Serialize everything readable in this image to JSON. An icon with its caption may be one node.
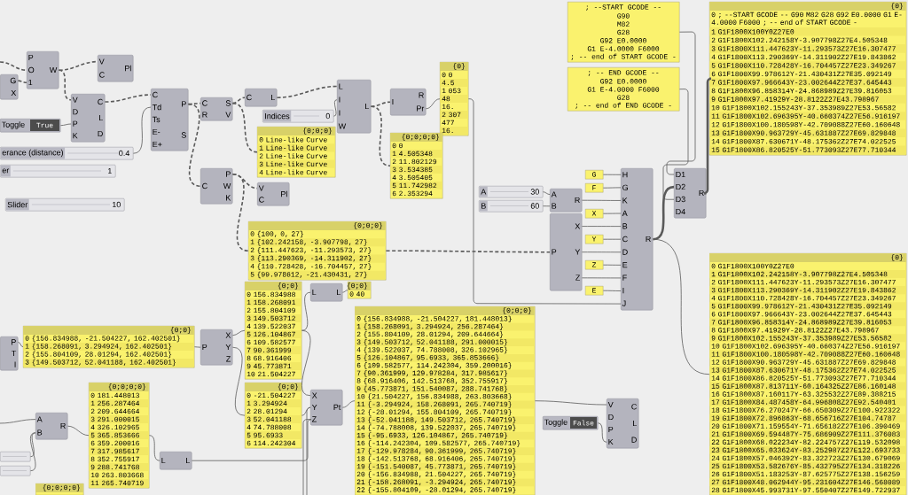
{
  "diagram": {
    "nodes": [
      {
        "text": [
          "G",
          "X"
        ]
      },
      {
        "text": [
          "P",
          "O",
          "1",
          "W"
        ]
      },
      {
        "text": [
          "V",
          "C",
          "Pl"
        ]
      },
      {
        "text": [
          "V",
          "D",
          "P",
          "K",
          "C",
          "L",
          "D"
        ]
      },
      {
        "text": [
          "Toggle",
          "True"
        ]
      },
      {
        "text": [
          "erance (distance)",
          "0.4"
        ]
      },
      {
        "text": [
          "er",
          "1"
        ]
      },
      {
        "text": [
          "Slider",
          "10"
        ]
      },
      {
        "text": [
          "C",
          "Td",
          "Ts",
          "E-",
          "E+",
          "P",
          "S"
        ]
      },
      {
        "text": [
          "C",
          "P",
          "W",
          "K"
        ]
      },
      {
        "text": [
          "C",
          "R",
          "S",
          "V"
        ]
      },
      {
        "text": [
          "V",
          "C",
          "Pl"
        ]
      },
      {
        "text": [
          "{0;0;0}",
          "0 {100, 0, 27}",
          "1 {102.242158, -3.907798, 27}",
          "2 {111.447623, -11.293573, 27}",
          "3 {113.290369, -14.311902, 27}",
          "4 {110.728428, -16.704457, 27}",
          "5 {99.978612, -21.430431, 27}"
        ]
      },
      {
        "text": [
          "A",
          "30"
        ]
      },
      {
        "text": [
          "B",
          "60"
        ]
      },
      {
        "text": [
          "A",
          "B",
          "R"
        ]
      },
      {
        "text": [
          "P",
          "X",
          "Y",
          "Z"
        ]
      },
      {
        "text": [
          "C",
          "L"
        ]
      },
      {
        "text": [
          "Indices",
          "0"
        ]
      },
      {
        "text": [
          "L",
          "I",
          "I",
          "W",
          "L"
        ]
      },
      {
        "text": [
          "I",
          "R",
          "Pr"
        ]
      },
      {
        "text": [
          "{0}",
          "0 0",
          "4.5",
          "1 053",
          "48",
          "16.",
          "2 307",
          "477",
          "16."
        ]
      },
      {
        "text": [
          "{0;0;0}",
          "0 Line-like Curve",
          "1 Line-like Curve",
          "2 Line-like Curve",
          "3 Line-like Curve",
          "4 Line-like Curve"
        ]
      },
      {
        "text": [
          "{0;0;0;0}",
          "0 0",
          "1 4.505348",
          "2 11.802129",
          "3 3.534385",
          "4 3.505405",
          "5 11.742982",
          "6 2.353294"
        ]
      },
      {
        "text": [
          "G"
        ]
      },
      {
        "text": [
          "F"
        ]
      },
      {
        "text": [
          "X"
        ]
      },
      {
        "text": [
          "Y"
        ]
      },
      {
        "text": [
          "Z"
        ]
      },
      {
        "text": [
          "E"
        ]
      },
      {
        "text": [
          "H",
          "G",
          "K",
          "A",
          "B",
          "C",
          "D",
          "E",
          "F",
          "I",
          "J",
          "R"
        ]
      },
      {
        "text": [
          "; --START GCODE --",
          "G90",
          "M82",
          "G28",
          "G92 E0.0000",
          "G1 E-4.0000 F6000",
          "; -- end of START GCODE -"
        ]
      },
      {
        "text": [
          "; -- END GCODE --",
          "G92 E0.0000",
          "G1 E-4.0000 F6000",
          "G28",
          "; -- end of END GCODE -"
        ]
      },
      {
        "text": [
          "D1",
          "D2",
          "D3",
          "D4",
          "R"
        ]
      },
      {
        "text": [
          "{0}",
          "0 ; --START GCODE -- G90 M82 G28 G92 E0.0000 G1 E-4.0000 F6000 ; -- end of START GCODE -",
          "1 G1F1800X100Y0Z27E0",
          "2 G1F1800X102.242158Y-3.907798Z27E4.505348",
          "3 G1F1800X111.447623Y-11.293573Z27E16.307477",
          "4 G1F1800X113.290369Y-14.311902Z27E19.843862",
          "5 G1F1800X110.728428Y-16.704457Z27E23.349267",
          "6 G1F1800X99.978612Y-21.430431Z27E35.092149",
          "7 G1F1800X97.966643Y-23.002644Z27E37.645443",
          "8 G1F1800X96.858314Y-24.868989Z27E39.816053",
          "9 G1F1800X97.41929Y-28.8122Z27E43.798967",
          "10 G1F1800X102.155243Y-37.353989Z27E53.56582",
          "11 G1F1800X102.696395Y-40.660374Z27E56.916197",
          "12 G1F1800X100.180598Y-42.709088Z27E60.160648",
          "13 G1F1800X90.963729Y-45.631887Z27E69.829848",
          "14 G1F1800X87.630671Y-48.175362Z27E74.022525",
          "15 G1F1800X86.820525Y-51.773093Z27E77.710344"
        ]
      },
      {
        "text": [
          "{0}",
          "0 G1F1800X100Y0Z27E0",
          "1 G1F1800X102.242158Y-3.907798Z27E4.505348",
          "2 G1F1800X111.447623Y-11.293573Z27E16.307477",
          "3 G1F1800X113.290369Y-14.311902Z27E19.843862",
          "4 G1F1800X110.728428Y-16.704457Z27E23.349267",
          "5 G1F1800X99.978612Y-21.430431Z27E35.092149",
          "6 G1F1800X97.966643Y-23.002644Z27E37.645443",
          "7 G1F1800X96.858314Y-24.868989Z27E39.816053",
          "8 G1F1800X97.41929Y-28.8122Z27E43.798967",
          "9 G1F1800X102.155243Y-37.353989Z27E53.56582",
          "10 G1F1800X102.696395Y-40.660374Z27E56.916197",
          "11 G1F1800X100.180598Y-42.709088Z27E60.160648",
          "12 G1F1800X90.963729Y-45.631887Z27E69.829848",
          "13 G1F1800X87.630671Y-48.175362Z27E74.022525",
          "14 G1F1800X86.820525Y-51.773093Z27E77.710344",
          "15 G1F1800X87.813711Y-60.164325Z27E86.160148",
          "16 G1F1800X87.160117Y-63.325532Z27E89.388215",
          "17 G1F1800X84.487458Y-64.996808Z27E92.540401",
          "18 G1F1800X76.270247Y-66.650309Z27E100.922322",
          "19 G1F1800X72.896863Y-68.656716Z27E104.74787",
          "20 G1F1800X71.159554Y-71.656182Z27E106.390469",
          "21 G1F1800X69.594487Y-75.686909Z27E111.376083",
          "22 G1F1800X68.022234Y-82.224757Z27E119.532098",
          "23 G1F1800X65.033624Y-83.252987Z27E122.693733",
          "24 G1F1800X57.046392Y-83.322723Z27E130.679069",
          "25 G1F1800X53.582676Y-85.432795Z27E134.318226",
          "26 G1F1800X51.183253Y-87.625775Z27E138.156259",
          "27 G1F1800X48.062944Y-95.231604Z27E146.568089",
          "28 G1F1800X45.993731Y-97.550407Z27E149.722937"
        ]
      },
      {
        "text": [
          "P",
          "T",
          "I"
        ]
      },
      {
        "text": [
          "{0;0}",
          "0 {156.834988, -21.504227, 162.402501}",
          "1 {158.268091, 3.294924, 162.402501}",
          "2 {155.804109, 28.01294, 162.402501}",
          "3 {149.503712, 52.041188, 162.402501}"
        ]
      },
      {
        "text": [
          "P",
          "X",
          "Y",
          "Z"
        ]
      },
      {
        "text": [
          "{0;0}",
          "0 156.834988",
          "1 158.268091",
          "2 155.804109",
          "3 149.503712",
          "4 139.522037",
          "5 126.104867",
          "6 109.582577",
          "7 90.361999",
          "8 68.916406",
          "9 45.773871",
          "10 21.504227"
        ]
      },
      {
        "text": [
          "{0;0}",
          "0 -21.504227",
          "1 3.294924",
          "2 28.01294",
          "3 52.041188",
          "4 74.788008",
          "5 95.6933",
          "6 114.242304"
        ]
      },
      {
        "text": [
          "L",
          "L"
        ]
      },
      {
        "text": [
          "{0;0}",
          "0 40"
        ]
      },
      {
        "text": [
          "X",
          "Y",
          "Z",
          "Pt"
        ]
      },
      {
        "text": [
          "{0;0;0;0}",
          "0 181.448013",
          "1 256.287464",
          "2 209.644664",
          "3 291.000015",
          "4 326.102965",
          "5 365.853666",
          "6 359.200016",
          "7 317.985617",
          "8 352.755917",
          "9 288.741768",
          "10 263.803668",
          "11 265.740719"
        ]
      },
      {
        "text": [
          "A",
          "B",
          "R"
        ]
      },
      {
        "text": [
          "L",
          "L"
        ]
      },
      {
        "text": [],
        "shape": "bar"
      },
      {
        "text": [],
        "shape": "bar"
      },
      {
        "text": [
          "{0;0;0;0}"
        ]
      },
      {
        "text": [
          "{0;0;0}",
          "0 {156.834988, -21.504227, 181.448013}",
          "1 {158.268091, 3.294924, 256.287464}",
          "2 {155.804109, 28.01294, 209.644664}",
          "3 {149.503712, 52.041188, 291.000015}",
          "4 {139.522037, 74.788008, 326.102965}",
          "5 {126.104867, 95.6933, 365.853666}",
          "6 {109.582577, 114.242304, 359.200016}",
          "7 {90.361999, 129.978284, 317.985617}",
          "8 {68.916406, 142.513768, 352.755917}",
          "9 {45.773871, 151.540087, 288.741768}",
          "10 {21.504227, 156.834988, 263.803668}",
          "11 {-3.294924, 158.268091, 265.740719}",
          "12 {-28.01294, 155.804109, 265.740719}",
          "13 {-52.041188, 149.503712, 265.740719}",
          "14 {-74.788008, 139.522037, 265.740719}",
          "15 {-95.6933, 126.104867, 265.740719}",
          "16 {-114.242304, 109.582577, 265.740719}",
          "17 {-129.978284, 90.361999, 265.740719}",
          "18 {-142.513768, 68.916406, 265.740719}",
          "19 {-151.540087, 45.773871, 265.740719}",
          "20 {-156.834988, 21.504227, 265.740719}",
          "21 {-158.268091, -3.294924, 265.740719}",
          "22 {-155.804109, -28.01294, 265.740719}"
        ]
      },
      {
        "text": [
          "Toggle",
          "False"
        ]
      },
      {
        "text": [
          "V",
          "D",
          "P",
          "K",
          "C",
          "L",
          "D"
        ]
      }
    ],
    "edges": [
      {
        "from": null,
        "to": 1,
        "arrow": "none",
        "style": "dashed"
      },
      {
        "from": 0,
        "to": 1,
        "arrow": "none",
        "style": "dashed"
      },
      {
        "from": 1,
        "to": 2,
        "arrow": "none",
        "style": "dashed"
      },
      {
        "from": 1,
        "to": 3,
        "arrow": "none",
        "style": "dashed"
      },
      {
        "from": 4,
        "to": 3,
        "arrow": "none"
      },
      {
        "from": 3,
        "to": 8,
        "arrow": "none",
        "style": "dashed"
      },
      {
        "from": 5,
        "to": 8,
        "arrow": "none"
      },
      {
        "from": 8,
        "to": 9,
        "arrow": "none",
        "style": "dashed"
      },
      {
        "from": 8,
        "to": 10,
        "arrow": "none",
        "style": "dashed"
      },
      {
        "from": 9,
        "to": 11,
        "arrow": "none",
        "style": "dashed"
      },
      {
        "from": 9,
        "to": 12,
        "arrow": "none",
        "style": "dashed"
      },
      {
        "from": 12,
        "to": 16,
        "arrow": "none",
        "style": "dashed"
      },
      {
        "from": 10,
        "to": 17,
        "arrow": "none",
        "style": "dashed"
      },
      {
        "from": 10,
        "to": 22,
        "arrow": "none",
        "style": "dashed"
      },
      {
        "from": 17,
        "to": 19,
        "arrow": "none",
        "style": "dashed"
      },
      {
        "from": 18,
        "to": 19,
        "arrow": "none"
      },
      {
        "from": 19,
        "to": 20,
        "arrow": "none",
        "style": "dashed"
      },
      {
        "from": 19,
        "to": 23,
        "arrow": "none",
        "style": "dashed"
      },
      {
        "from": 20,
        "to": 21,
        "arrow": "none"
      },
      {
        "from": 21,
        "to": 30,
        "arrow": "none"
      },
      {
        "from": 13,
        "to": 15,
        "arrow": "none"
      },
      {
        "from": 14,
        "to": 15,
        "arrow": "none"
      },
      {
        "from": 15,
        "to": 30,
        "arrow": "none"
      },
      {
        "from": 16,
        "to": 30,
        "arrow": "none"
      },
      {
        "from": 16,
        "to": 30,
        "arrow": "none"
      },
      {
        "from": 16,
        "to": 30,
        "arrow": "none"
      },
      {
        "from": 24,
        "to": 30,
        "arrow": "none"
      },
      {
        "from": 25,
        "to": 30,
        "arrow": "none"
      },
      {
        "from": 26,
        "to": 30,
        "arrow": "none"
      },
      {
        "from": 27,
        "to": 30,
        "arrow": "none"
      },
      {
        "from": 28,
        "to": 30,
        "arrow": "none"
      },
      {
        "from": 29,
        "to": 30,
        "arrow": "none"
      },
      {
        "from": 30,
        "to": 33,
        "arrow": "none",
        "style": "thick"
      },
      {
        "from": 31,
        "to": 33,
        "arrow": "none"
      },
      {
        "from": 32,
        "to": 33,
        "arrow": "none"
      },
      {
        "from": 30,
        "to": 35,
        "arrow": "none"
      },
      {
        "from": 33,
        "to": 34,
        "arrow": "none",
        "style": "thick"
      },
      {
        "from": 36,
        "to": 37,
        "arrow": "none"
      },
      {
        "from": 37,
        "to": 38,
        "arrow": "none"
      },
      {
        "from": 38,
        "to": 39,
        "arrow": "none"
      },
      {
        "from": 38,
        "to": 40,
        "arrow": "none"
      },
      {
        "from": 39,
        "to": 41,
        "arrow": "none"
      },
      {
        "from": 41,
        "to": 42,
        "arrow": "none"
      },
      {
        "from": 39,
        "to": 43,
        "arrow": "none"
      },
      {
        "from": 40,
        "to": 43,
        "arrow": "none"
      },
      {
        "from": 44,
        "to": 46,
        "arrow": "none"
      },
      {
        "from": 46,
        "to": 43,
        "arrow": "none"
      },
      {
        "from": 45,
        "to": 44,
        "arrow": "none"
      },
      {
        "from": null,
        "to": 45,
        "arrow": "none"
      },
      {
        "from": 47,
        "to": 45,
        "arrow": "none"
      },
      {
        "from": 48,
        "to": 45,
        "arrow": "none"
      },
      {
        "from": null,
        "to": 43,
        "arrow": "none"
      },
      {
        "from": null,
        "to": 43,
        "arrow": "none"
      },
      {
        "from": 43,
        "to": 50,
        "arrow": "none"
      },
      {
        "from": 50,
        "to": 52,
        "arrow": "none"
      },
      {
        "from": 51,
        "to": 52,
        "arrow": "none"
      }
    ]
  }
}
